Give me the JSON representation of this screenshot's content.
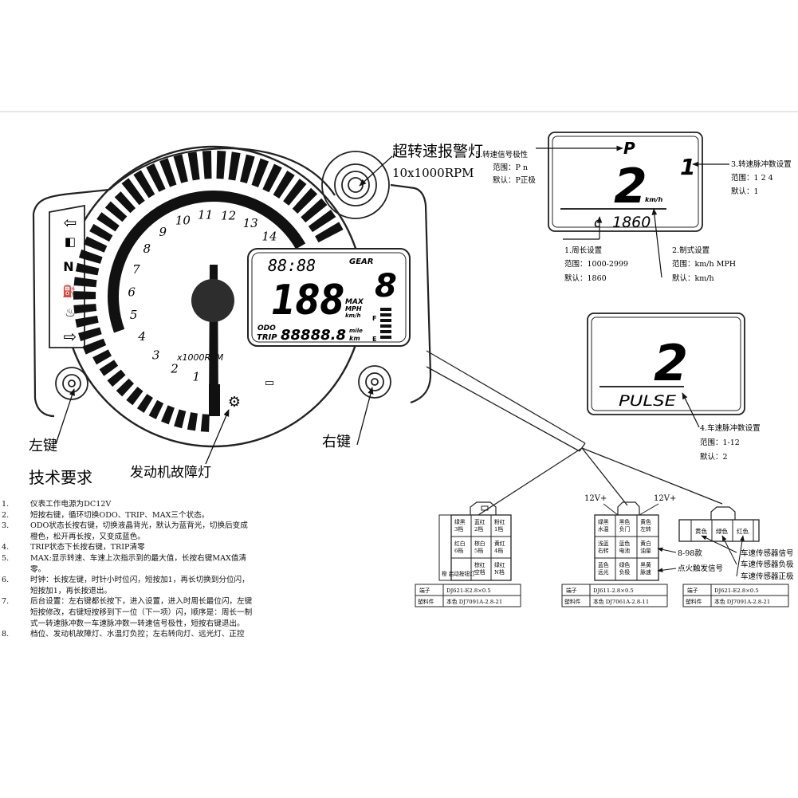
{
  "labels": {
    "shift_light_title": "超转速报警灯",
    "shift_light_value": "10x1000RPM",
    "left_key": "左键",
    "right_key": "右键",
    "engine_fault": "发动机故障灯",
    "tech_requirements": "技术要求"
  },
  "gauge": {
    "rpm_numbers": [
      "1",
      "2",
      "3",
      "4",
      "5",
      "6",
      "7",
      "8",
      "9",
      "10",
      "11",
      "12",
      "13",
      "14"
    ],
    "rpm_unit": "x1000RPM",
    "lcd_clock": "88:88",
    "lcd_gear_label": "GEAR",
    "lcd_gear": "8",
    "lcd_speed": "188",
    "lcd_units": [
      "MAX",
      "MPH",
      "km/h"
    ],
    "lcd_odo": "ODO",
    "lcd_trip": "TRIP",
    "lcd_odo_value": "88888.8",
    "lcd_dist_units": [
      "mile",
      "km"
    ],
    "fuel_full": "F",
    "fuel_empty": "E",
    "indicator_n": "N"
  },
  "settings": {
    "screen1_p": "P",
    "screen1_big": "2",
    "screen1_one": "1",
    "screen1_kmh": "km/h",
    "screen1_c": "c",
    "screen1_value": "1860",
    "screen2_big": "2",
    "screen2_text": "PULSE"
  },
  "notes": {
    "polarity": [
      "5.转速信号极性",
      "范围：P n",
      "默认：P正极"
    ],
    "pulses": [
      "3.转速脉冲数设置",
      "范围：1 2 4",
      "默认：1"
    ],
    "circumference": [
      "1.周长设置",
      "范围：1000-2999",
      "默认：1860"
    ],
    "units": [
      "2.制式设置",
      "范围：km/h MPH",
      "默认：km/h"
    ],
    "speed_pulse": [
      "4.车速脉冲数设置",
      "范围：1-12",
      "默认：2"
    ]
  },
  "connectors": {
    "c1_cells": [
      "绿黑 3档",
      "蓝红 2档",
      "粉红 1档",
      "红白 6档",
      "棕白 5档",
      "黄红 4档",
      "",
      "棕红 空档",
      "绿红 N档"
    ],
    "c1_bottom": "橙 启动按钮灯",
    "c2_v1": "12V+",
    "c2_v2": "12V+",
    "c2_cells": [
      "绿黑 水温",
      "黑色 负门",
      "黄色 左转",
      "浅蓝 右转",
      "蓝色 电池",
      "黄白 油量",
      "蓝色 远光",
      "绿色 负极",
      "黑黄 脉速"
    ],
    "c3_cells": [
      "黄色",
      "绿色",
      "红色"
    ],
    "c3_labels": [
      "车速传感器信号",
      "车速传感器负极",
      "车速传感器正极"
    ],
    "c3_side": [
      "8-98款",
      "点火触发信号"
    ],
    "table_row1": [
      "端子",
      "DJ621-E2.8×0.5",
      "DJ611-2.8×0.5",
      "DJ621-E2.8×0.5"
    ],
    "table_row2": [
      "塑料件",
      "本色 DJ7091A-2.8-21",
      "本色 DJ7061A-2.8-11",
      "本色 DJ7091A-2.8-21"
    ]
  },
  "requirements": [
    {
      "n": "1.",
      "t": "仪表工作电源为DC12V"
    },
    {
      "n": "2.",
      "t": "短按右键，循环切换ODO、TRIP、MAX三个状态。"
    },
    {
      "n": "3.",
      "t": "ODO状态长按右键，切换液晶背光，默认为蓝背光，切换后变成橙色，松开再长按，又变成蓝色。"
    },
    {
      "n": "4.",
      "t": "TRIP状态下长按右键，TRIP清零"
    },
    {
      "n": "5.",
      "t": "MAX:显示转速、车速上次指示到的最大值，长按右键MAX值清零。"
    },
    {
      "n": "6.",
      "t": "时钟：长按左键，时针小时位闪，短按加1，再长切换到分位闪，短按加1，再长按退出。"
    },
    {
      "n": "7.",
      "t": "后台设置：左右键都长按下，进入设置，进入时周长最位闪，左键短按修改，右键短按移到下一位（下一项）闪，顺序是：周长一制式一转速脉冲数一车速脉冲数一转速信号极性，短按右键退出。"
    },
    {
      "n": "8.",
      "t": "档位、发动机故障灯、水温灯负控；左右转向灯、远光灯、正控"
    }
  ]
}
